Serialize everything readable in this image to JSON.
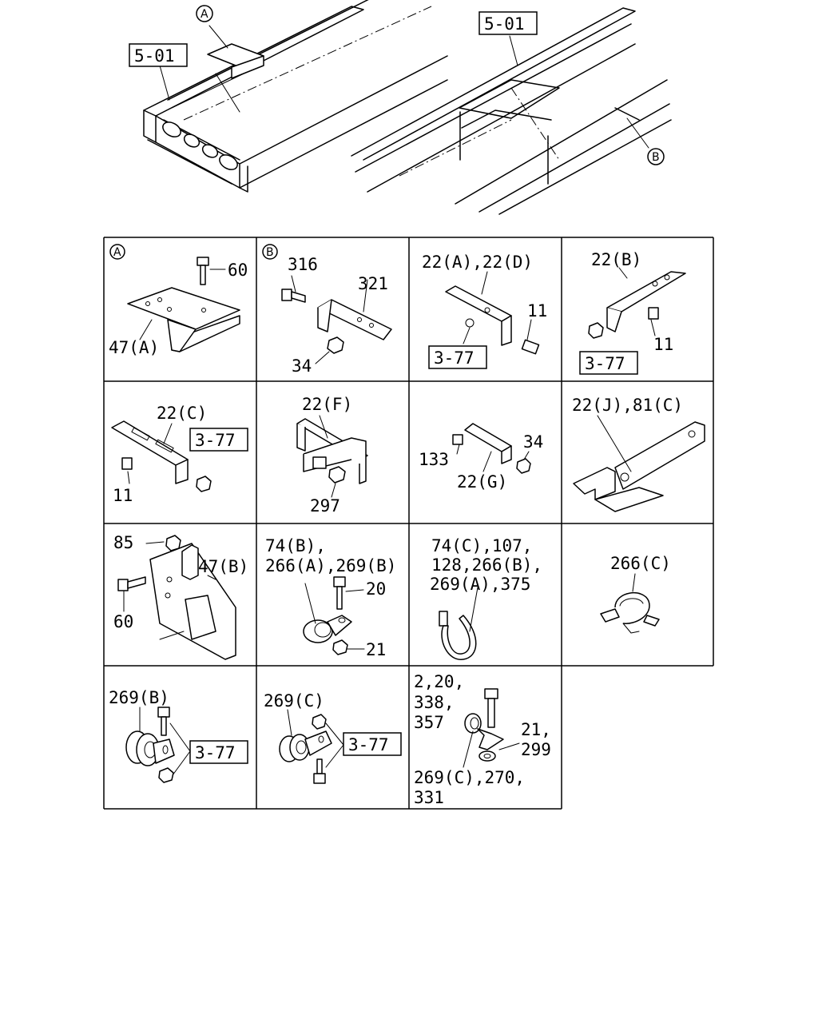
{
  "overview": {
    "ref_left": "5-01",
    "ref_right": "5-01",
    "callout_a": "A",
    "callout_b": "B"
  },
  "cells": [
    {
      "id": "A",
      "marker": "A",
      "labels": [
        "60",
        "47(A)"
      ]
    },
    {
      "id": "B",
      "marker": "B",
      "labels": [
        "316",
        "321",
        "34"
      ]
    },
    {
      "id": "c3",
      "labels": [
        "22(A),22(D)",
        "11"
      ],
      "ref": "3-77"
    },
    {
      "id": "c4",
      "labels": [
        "22(B)",
        "11"
      ],
      "ref": "3-77"
    },
    {
      "id": "c5",
      "labels": [
        "22(C)",
        "11"
      ],
      "ref": "3-77"
    },
    {
      "id": "c6",
      "labels": [
        "22(F)",
        "297"
      ]
    },
    {
      "id": "c7",
      "labels": [
        "34",
        "133",
        "22(G)"
      ]
    },
    {
      "id": "c8",
      "labels": [
        "22(J),81(C)"
      ]
    },
    {
      "id": "c9",
      "labels": [
        "85",
        "47(B)",
        "60"
      ]
    },
    {
      "id": "c10",
      "labels": [
        "74(B),",
        "266(A),269(B)",
        "20",
        "21"
      ]
    },
    {
      "id": "c11",
      "labels": [
        "74(C),107,",
        "128,266(B),",
        "269(A),375"
      ]
    },
    {
      "id": "c12",
      "labels": [
        "266(C)"
      ]
    },
    {
      "id": "c13",
      "labels": [
        "269(B)"
      ],
      "ref": "3-77"
    },
    {
      "id": "c14",
      "labels": [
        "269(C)"
      ],
      "ref": "3-77"
    },
    {
      "id": "c15",
      "labels": [
        "2,20,",
        "338,",
        "357",
        "21,",
        "299",
        "269(C),270,",
        "331"
      ]
    }
  ]
}
